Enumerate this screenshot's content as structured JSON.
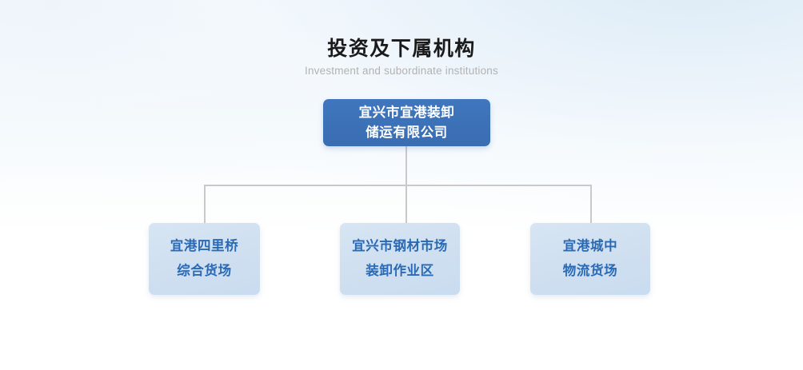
{
  "header": {
    "title": "投资及下属机构",
    "subtitle": "Investment and subordinate institutions"
  },
  "colors": {
    "root_node_bg": "#3a6db2",
    "root_node_text": "#ffffff",
    "child_node_bg": "#cfdff0",
    "child_node_text": "#2a6ab5",
    "connector_line": "#c9c9c9",
    "title_text": "#1a1a1a",
    "subtitle_text": "#b2b2b2",
    "page_background": "#ffffff"
  },
  "org_chart": {
    "root": {
      "line_1": "宜兴市宜港装卸",
      "line_2": "储运有限公司"
    },
    "children": [
      {
        "line_1": "宜港四里桥",
        "line_2": "综合货场"
      },
      {
        "line_1": "宜兴市钢材市场",
        "line_2": "装卸作业区"
      },
      {
        "line_1": "宜港城中",
        "line_2": "物流货场"
      }
    ]
  }
}
